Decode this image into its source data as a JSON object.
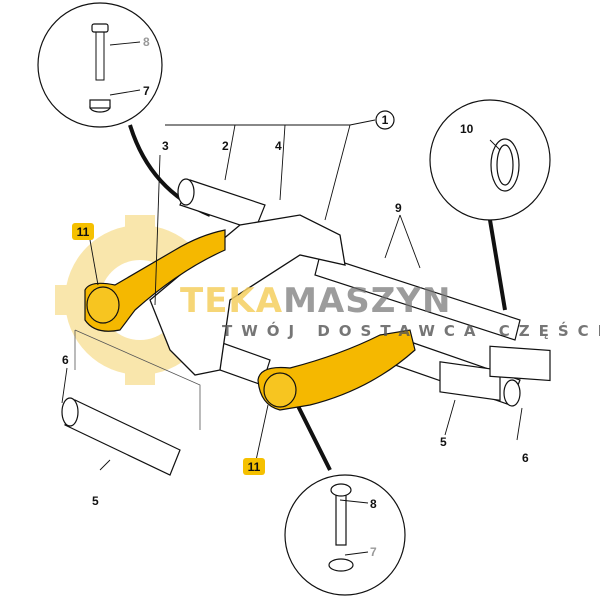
{
  "diagram": {
    "callouts": {
      "c1": "1",
      "c2": "2",
      "c3": "3",
      "c4": "4",
      "c5a": "5",
      "c5b": "5",
      "c6a": "6",
      "c6b": "6",
      "c7a": "7",
      "c7b": "7",
      "c8a": "8",
      "c8b": "8",
      "c9": "9",
      "c10": "10",
      "c11a": "11",
      "c11b": "11"
    },
    "colors": {
      "highlight": "#f5b800",
      "line": "#111111",
      "callout_bg": "#f5c000"
    }
  },
  "watermark": {
    "brand_part1": "TEKA",
    "brand_part2": "MASZYN",
    "tagline": "TWÓJ DOSTAWCA CZĘŚCI"
  }
}
